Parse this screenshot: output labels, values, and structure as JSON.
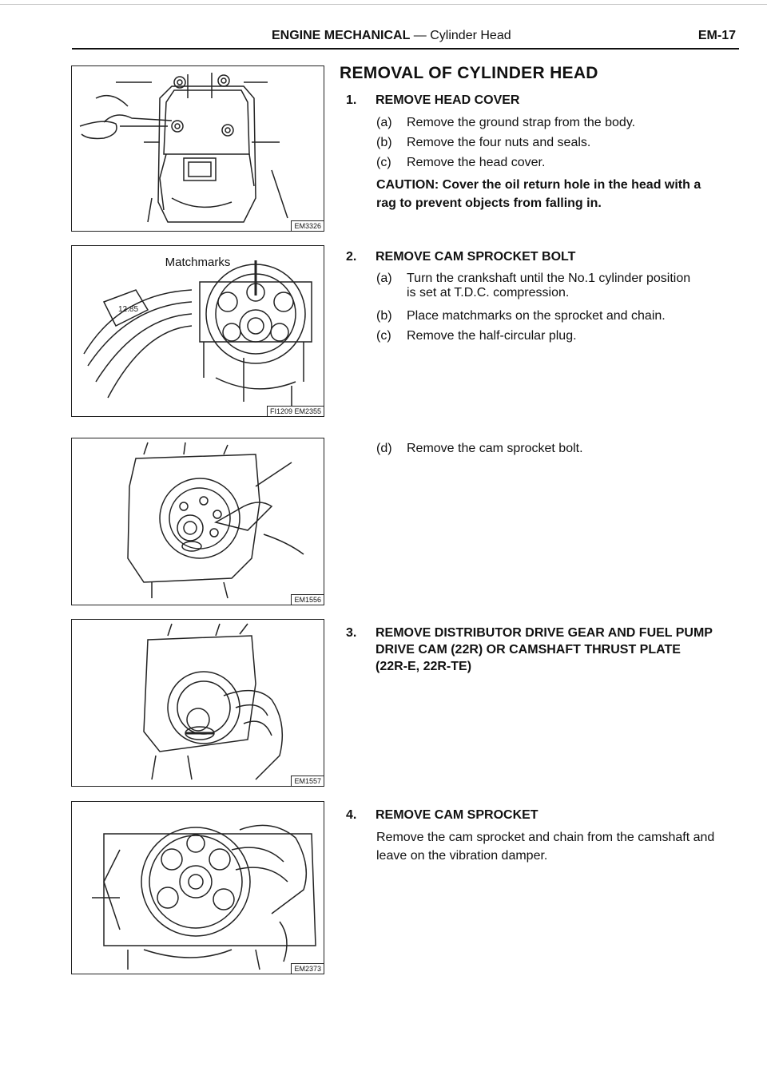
{
  "header": {
    "section": "ENGINE MECHANICAL",
    "dash": " — ",
    "subsection": "Cylinder Head",
    "page": "EM-17"
  },
  "heading": "REMOVAL OF CYLINDER HEAD",
  "figures": [
    {
      "code": "EM3326",
      "caption": ""
    },
    {
      "code": "FI1209 EM2355",
      "caption": "Matchmarks"
    },
    {
      "code": "EM1556",
      "caption": ""
    },
    {
      "code": "EM1557",
      "caption": ""
    },
    {
      "code": "EM2373",
      "caption": ""
    }
  ],
  "steps": [
    {
      "num": "1.",
      "title": "REMOVE HEAD COVER",
      "subs": [
        {
          "label": "(a)",
          "text": "Remove the ground strap from the body."
        },
        {
          "label": "(b)",
          "text": "Remove the four nuts and seals."
        },
        {
          "label": "(c)",
          "text": "Remove the head cover."
        }
      ],
      "caution_line1": "CAUTION:  Cover the oil return hole in the head with a",
      "caution_line2": "rag to prevent objects from falling in."
    },
    {
      "num": "2.",
      "title": "REMOVE CAM SPROCKET BOLT",
      "subs": [
        {
          "label": "(a)",
          "text": "Turn the crankshaft until the No.1 cylinder position",
          "cont": "is set at T.D.C. compression."
        },
        {
          "label": "(b)",
          "text": "Place matchmarks on the sprocket and chain."
        },
        {
          "label": "(c)",
          "text": "Remove the half-circular plug."
        },
        {
          "label": "(d)",
          "text": "Remove the cam sprocket bolt."
        }
      ]
    },
    {
      "num": "3.",
      "title_line1": "REMOVE DISTRIBUTOR DRIVE GEAR AND FUEL PUMP",
      "title_line2": "DRIVE CAM (22R) OR CAMSHAFT THRUST PLATE",
      "title_line3": "(22R-E, 22R-TE)"
    },
    {
      "num": "4.",
      "title": "REMOVE CAM SPROCKET",
      "para_line1": "Remove the cam sprocket and chain from the camshaft and",
      "para_line2": "leave on the vibration damper."
    }
  ]
}
